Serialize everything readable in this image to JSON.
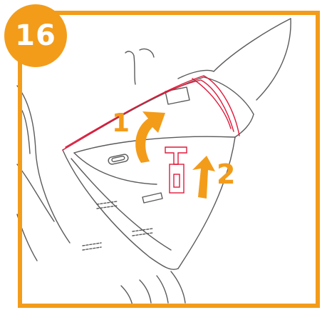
{
  "step": {
    "number": "16"
  },
  "callouts": {
    "first": "1",
    "second": "2"
  },
  "colors": {
    "frame": "#f39c1a",
    "accent": "#f39c1a",
    "highlight": "#e0193a",
    "line": "#5a5a5a"
  },
  "icons": [
    "rotate-up-arrow-icon",
    "straight-up-arrow-icon"
  ]
}
